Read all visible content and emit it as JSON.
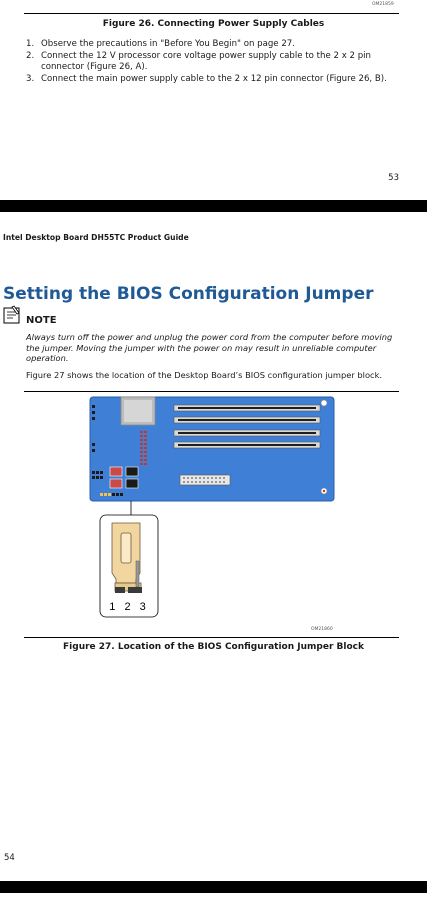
{
  "top_page": {
    "figure_code": "OM21859",
    "caption": "Figure 26.  Connecting Power Supply Cables",
    "steps": [
      {
        "num": "1.",
        "text": "Observe the precautions in \"Before You Begin\" on page 27."
      },
      {
        "num": "2.",
        "text": "Connect the 12 V processor core voltage power supply cable to the 2 x 2 pin connector (Figure 26, A)."
      },
      {
        "num": "3.",
        "text": "Connect the main power supply cable to the 2 x 12 pin connector (Figure 26, B)."
      }
    ],
    "page_number": "53"
  },
  "bottom_page": {
    "running_header": "Intel Desktop Board DH55TC Product Guide",
    "heading": "Setting the BIOS Configuration Jumper",
    "note_label": "NOTE",
    "note_text": "Always turn off the power and unplug the power cord from the computer before moving the jumper.  Moving the jumper with the power on may result in unreliable computer operation.",
    "body_text": "Figure 27 shows the location of the Desktop Board’s BIOS configuration jumper block.",
    "figure_code": "OM21860",
    "jumper_pins": "1 2 3",
    "caption": "Figure 27.  Location of the BIOS Configuration Jumper Block",
    "page_number": "54"
  },
  "colors": {
    "board": "#3f7fd6",
    "heading": "#1f5a96",
    "jumper": "#f2d6a0"
  }
}
